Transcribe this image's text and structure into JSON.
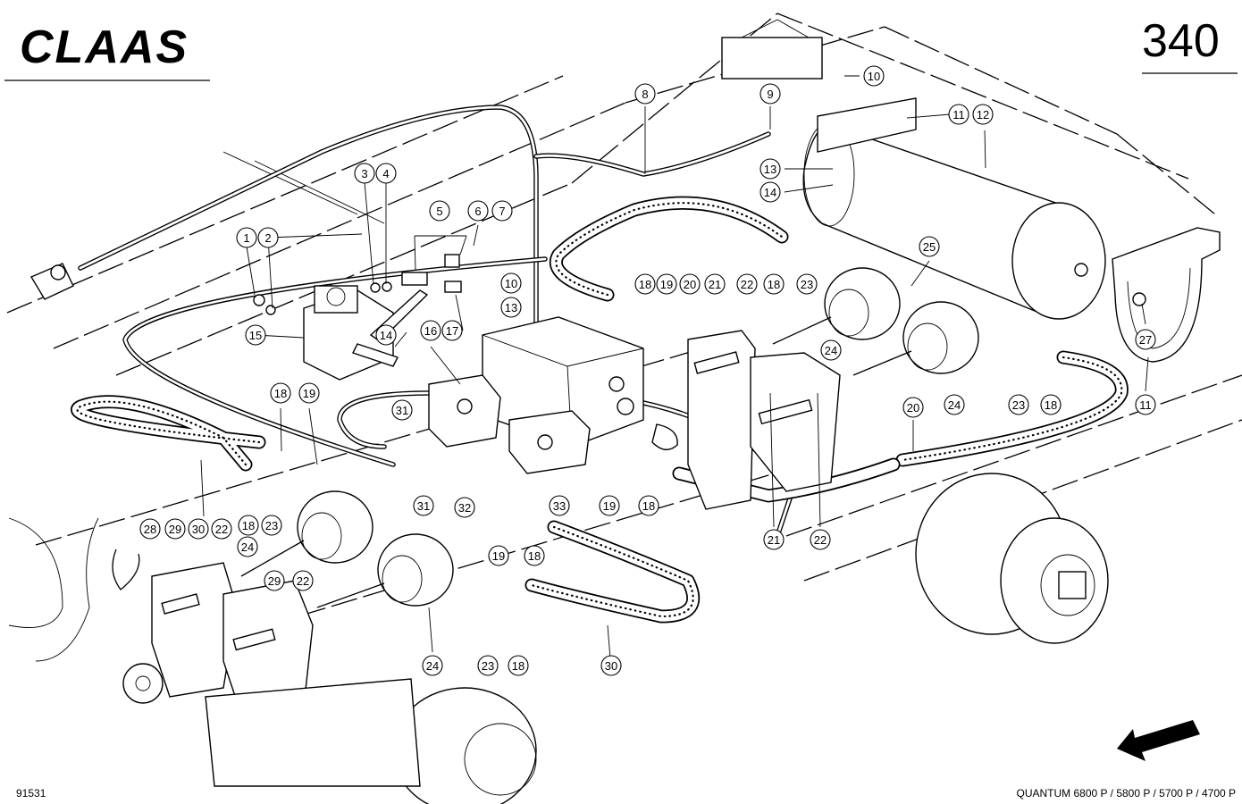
{
  "header": {
    "brand_logo": "CLAAS",
    "page_number": "340"
  },
  "footer": {
    "drawing_number": "91531",
    "model_line": "QUANTUM 6800 P / 5800 P / 5700 P / 4700 P"
  },
  "icons": {
    "direction_arrow": "arrow-left-down-icon"
  },
  "callouts": [
    {
      "label": "1"
    },
    {
      "label": "2"
    },
    {
      "label": "3"
    },
    {
      "label": "4"
    },
    {
      "label": "5"
    },
    {
      "label": "6"
    },
    {
      "label": "7"
    },
    {
      "label": "8"
    },
    {
      "label": "9"
    },
    {
      "label": "10"
    },
    {
      "label": "11"
    },
    {
      "label": "12"
    },
    {
      "label": "13"
    },
    {
      "label": "14"
    },
    {
      "label": "15"
    },
    {
      "label": "10"
    },
    {
      "label": "13"
    },
    {
      "label": "14"
    },
    {
      "label": "16"
    },
    {
      "label": "17"
    },
    {
      "label": "18"
    },
    {
      "label": "19"
    },
    {
      "label": "20"
    },
    {
      "label": "21"
    },
    {
      "label": "22"
    },
    {
      "label": "18"
    },
    {
      "label": "23"
    },
    {
      "label": "25"
    },
    {
      "label": "24"
    },
    {
      "label": "27"
    },
    {
      "label": "24"
    },
    {
      "label": "23"
    },
    {
      "label": "18"
    },
    {
      "label": "11"
    },
    {
      "label": "20"
    },
    {
      "label": "18"
    },
    {
      "label": "19"
    },
    {
      "label": "31"
    },
    {
      "label": "31"
    },
    {
      "label": "32"
    },
    {
      "label": "19"
    },
    {
      "label": "18"
    },
    {
      "label": "33"
    },
    {
      "label": "19"
    },
    {
      "label": "18"
    },
    {
      "label": "21"
    },
    {
      "label": "22"
    },
    {
      "label": "18"
    },
    {
      "label": "23"
    },
    {
      "label": "28"
    },
    {
      "label": "29"
    },
    {
      "label": "30"
    },
    {
      "label": "22"
    },
    {
      "label": "24"
    },
    {
      "label": "29"
    },
    {
      "label": "22"
    },
    {
      "label": "24"
    },
    {
      "label": "23"
    },
    {
      "label": "18"
    },
    {
      "label": "30"
    }
  ]
}
